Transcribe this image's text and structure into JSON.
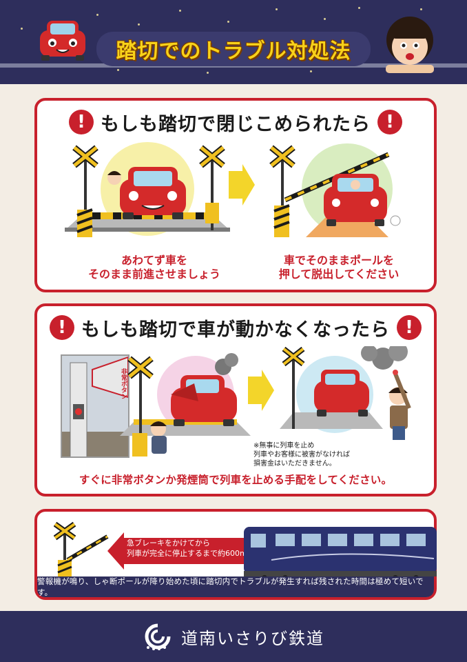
{
  "header": {
    "title": "踏切でのトラブル対処法"
  },
  "section1": {
    "heading": "もしも踏切で閉じこめられたら",
    "left_caption": [
      "あわてず車を",
      "そのまま前進させましょう"
    ],
    "right_caption": [
      "車でそのままポールを",
      "押して脱出してください"
    ]
  },
  "section2": {
    "heading": "もしも踏切で車が動かなくなったら",
    "photo_sign": "非常ボタン",
    "note": [
      "※無事に列車を止め",
      "列車やお客様に被害がなければ",
      "損害金はいただきません。"
    ],
    "instruction": "すぐに非常ボタンか発煙筒で列車を止める手配をしてください。"
  },
  "section3": {
    "brake_text": [
      "急ブレーキをかけてから",
      "列車が完全に停止するまで約600m"
    ],
    "warning": "警報機が鳴り、しゃ断ポールが降り始めた頃に踏切内でトラブルが発生すれば残された時間は極めて短いです。"
  },
  "footer": {
    "logo_text": "道南いさりび鉄道",
    "logo_icon": "isaribi-logo-icon"
  },
  "colors": {
    "navy": "#2e2e5c",
    "red": "#c8202c",
    "yellow": "#f8d21a",
    "cream": "#f3ede4"
  }
}
